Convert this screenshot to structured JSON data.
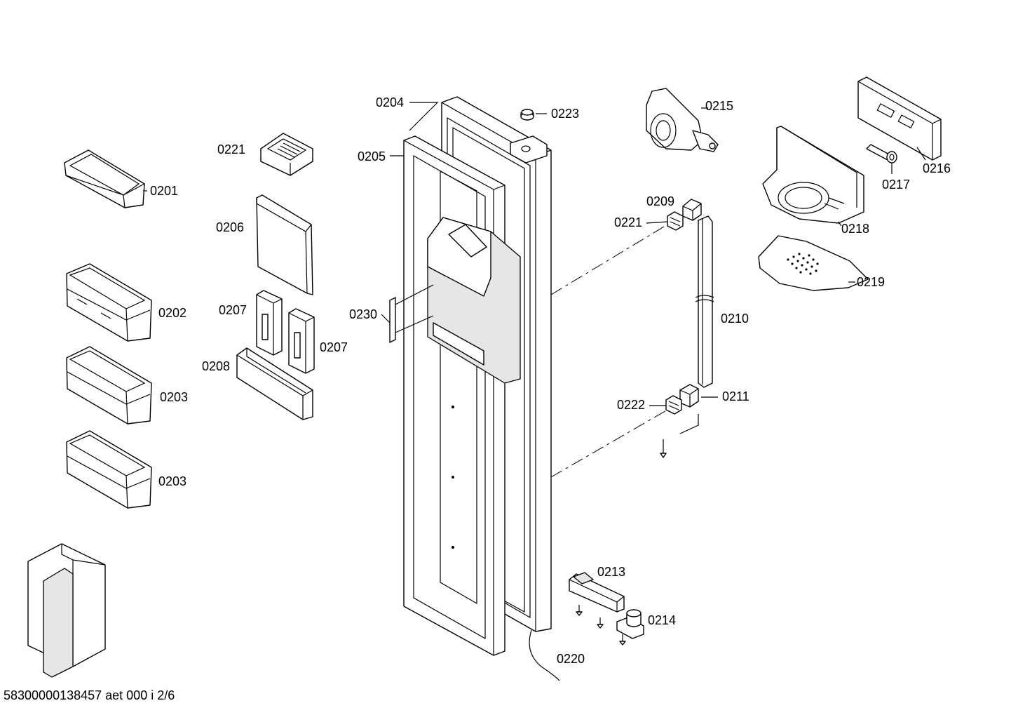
{
  "diagram": {
    "callouts": {
      "c0201": "0201",
      "c0202": "0202",
      "c0203a": "0203",
      "c0203b": "0203",
      "c0204": "0204",
      "c0205": "0205",
      "c0206": "0206",
      "c0207a": "0207",
      "c0207b": "0207",
      "c0208": "0208",
      "c0209": "0209",
      "c0210": "0210",
      "c0211": "0211",
      "c0213": "0213",
      "c0214": "0214",
      "c0215": "0215",
      "c0216": "0216",
      "c0217": "0217",
      "c0218": "0218",
      "c0219": "0219",
      "c0220": "0220",
      "c0221a": "0221",
      "c0221b": "0221",
      "c0222": "0222",
      "c0223": "0223",
      "c0230": "0230"
    },
    "footer": "58300000138457 aet 000 i 2/6"
  }
}
